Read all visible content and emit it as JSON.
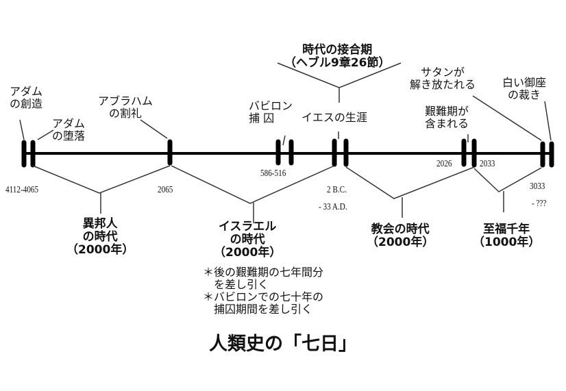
{
  "events": {
    "adam_creation": [
      "アダム",
      "の創造"
    ],
    "adam_fall": [
      "アダム",
      "の堕落"
    ],
    "abraham": [
      "アブラハム",
      "の割礼"
    ],
    "babylon": [
      "バビロン",
      "捕 囚"
    ],
    "jesus": "イエスの生涯",
    "transition": [
      "時代の接合期",
      "（ヘブル9章26節）"
    ],
    "tribulation": [
      "艱難期が",
      "含まれる"
    ],
    "satan": [
      "サタンが",
      "解き放たれる"
    ],
    "throne": [
      "白い御座",
      "の裁き"
    ]
  },
  "years": {
    "y1": "4112-4065",
    "y2": "2065",
    "y3": "586-516",
    "y4a": "2 B.C.",
    "y4b": "- 33 A.D.",
    "y5": "2026",
    "y6": "2033",
    "y7a": "3033",
    "y7b": "- ???"
  },
  "periods": {
    "gentile": [
      "異邦人",
      "の時代",
      "（2000年）"
    ],
    "israel": [
      "イスラエル",
      "の時代",
      "（2000年）"
    ],
    "church": [
      "教会の時代",
      "（2000年）"
    ],
    "millennium": [
      "至福千年",
      "（1000年）"
    ]
  },
  "notes": [
    "＊後の艱難期の七年間分",
    "　を差し引く",
    "＊バビロンでの七十年の",
    "　捕囚期間を差し引く"
  ],
  "title": "人類史の「七日」"
}
